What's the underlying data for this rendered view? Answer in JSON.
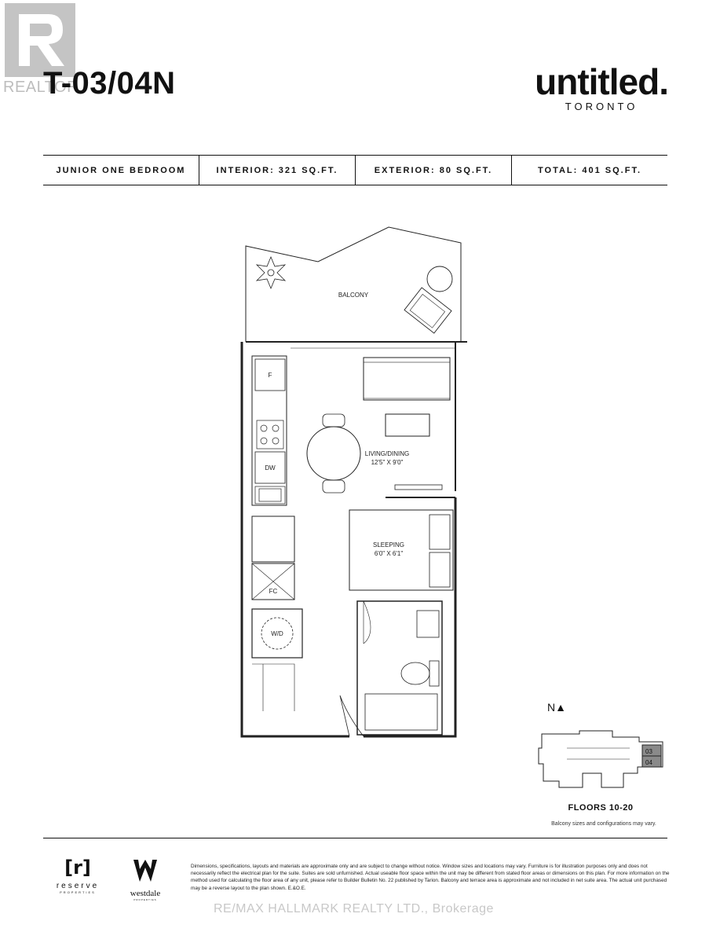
{
  "realtor": {
    "watermark_text": "REALTOR"
  },
  "unit": {
    "title": "T-03/04N"
  },
  "brand": {
    "name": "untitled.",
    "city": "TORONTO"
  },
  "specs": [
    "JUNIOR ONE BEDROOM",
    "INTERIOR: 321 SQ.FT.",
    "EXTERIOR: 80 SQ.FT.",
    "TOTAL: 401 SQ.FT."
  ],
  "plan": {
    "balcony": "BALCONY",
    "living": "LIVING/DINING",
    "living_dim": "12'5\" X 9'0\"",
    "sleeping": "SLEEPING",
    "sleeping_dim": "6'0\" X 6'1\"",
    "fridge": "F",
    "dishwasher": "DW",
    "closet": "FC",
    "washer_dryer": "W/D"
  },
  "keyplan": {
    "north_label": "N▲",
    "unit_labels": [
      "03",
      "04"
    ],
    "floors": "FLOORS 10-20",
    "balcony_note": "Balcony sizes and configurations may vary."
  },
  "footer": {
    "reserve_mark": "[r]",
    "reserve_name": "reserve",
    "reserve_sub": "PROPERTIES",
    "westdale_name": "westdale",
    "westdale_sub": "PROPERTIES",
    "disclaimer": "Dimensions, specifications, layouts and materials are approximate only and are subject to change without notice. Window sizes and locations may vary. Furniture is for illustration purposes only and does not necessarily reflect the electrical plan for the suite. Suites are sold unfurnished. Actual useable floor space within the unit may be different from stated floor areas or dimensions on this plan. For more information on the method used for calculating the floor area of any unit, please refer to Builder Bulletin No. 22 published by Tarion. Balcony and terrace area is approximate and not included in net suite area. The actual unit purchased may be a reverse layout to the plan shown. E.&O.E.",
    "brokerage_watermark": "RE/MAX HALLMARK REALTY LTD., Brokerage"
  },
  "colors": {
    "ink": "#111111",
    "watermark": "#c8c8c8",
    "keyplan_highlight": "#8a8a8a"
  }
}
